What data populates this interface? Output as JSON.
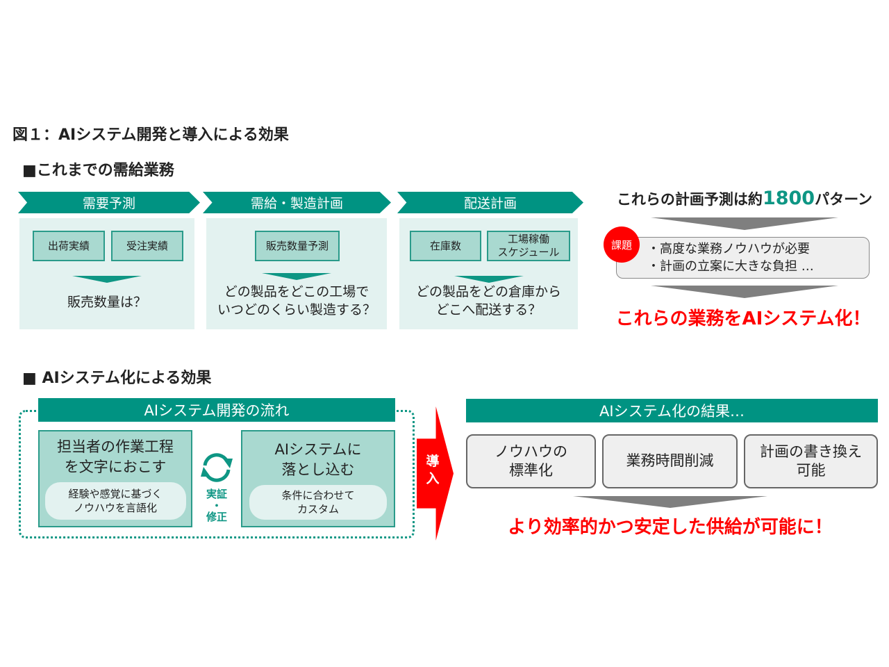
{
  "title": "図１：AIシステム開発と導入による効果",
  "section1": {
    "heading": "■これまでの需給業務",
    "columns": [
      {
        "header": "需要予測",
        "inputs": [
          "出荷実績",
          "受注実績"
        ],
        "question": "販売数量は？"
      },
      {
        "header": "需給・製造計画",
        "inputs": [
          "販売数量予測"
        ],
        "question": "どの製品をどこの工場で\nいつどのくらい製造する？"
      },
      {
        "header": "配送計画",
        "inputs": [
          "在庫数",
          "工場稼働\nスケジュール"
        ],
        "question": "どの製品をどの倉庫から\nどこへ配送する？"
      }
    ],
    "summary": {
      "prefix": "これらの計画予測は約",
      "number": "1800",
      "suffix": "パターン"
    },
    "issue": {
      "badge": "課題",
      "lines": [
        "・高度な業務ノウハウが必要",
        "・計画の立案に大きな負担 …"
      ]
    },
    "conclusion": "これらの業務をAIシステム化！"
  },
  "section2": {
    "heading": "■ AIシステム化による効果",
    "flow": {
      "header": "AIシステム開発の流れ",
      "left": {
        "title": "担当者の作業工程\nを文字におこす",
        "detail": "経験や感覚に基づく\nノウハウを言語化"
      },
      "cycle": "実証\n・\n修正",
      "right": {
        "title": "AIシステムに\n落とし込む",
        "detail": "条件に合わせて\nカスタム"
      }
    },
    "arrow_label": "導\n入",
    "results": {
      "header": "AIシステム化の結果…",
      "items": [
        "ノウハウの\n標準化",
        "業務時間削減",
        "計画の書き換え\n可能"
      ],
      "conclusion": "より効率的かつ安定した供給が可能に！"
    }
  },
  "colors": {
    "teal": "#009382",
    "red": "#ff0000",
    "panel": "#e3f2f0"
  }
}
